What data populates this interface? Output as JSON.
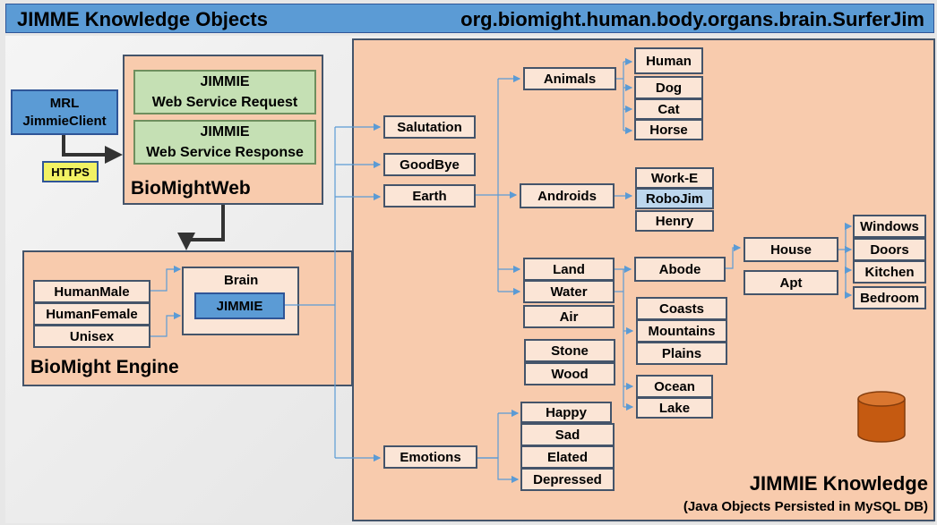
{
  "header": {
    "title": "JIMME Knowledge Objects",
    "package": "org.biomight.human.body.organs.brain.SurferJim"
  },
  "client": {
    "line1": "MRL",
    "line2": "JimmieClient",
    "protocol": "HTTPS"
  },
  "web": {
    "request_line1": "JIMMIE",
    "request_line2": "Web Service Request",
    "response_line1": "JIMMIE",
    "response_line2": "Web Service Response",
    "label": "BioMightWeb"
  },
  "engine": {
    "inputs": [
      "HumanMale",
      "HumanFemale",
      "Unisex"
    ],
    "brain_label": "Brain",
    "jimmie": "JIMMIE",
    "label": "BioMight Engine"
  },
  "knowledge": {
    "roots": [
      "Salutation",
      "GoodBye",
      "Earth",
      "Emotions"
    ],
    "animals": {
      "label": "Animals",
      "items": [
        "Human",
        "Dog",
        "Cat",
        "Horse"
      ]
    },
    "androids": {
      "label": "Androids",
      "items": [
        "Work-E",
        "RoboJim",
        "Henry"
      ]
    },
    "places": [
      "Land",
      "Water",
      "Air",
      "Stone",
      "Wood"
    ],
    "abode": "Abode",
    "house": "House",
    "apt": "Apt",
    "rooms": [
      "Windows",
      "Doors",
      "Kitchen",
      "Bedroom"
    ],
    "land_types": [
      "Coasts",
      "Mountains",
      "Plains"
    ],
    "water_types": [
      "Ocean",
      "Lake"
    ],
    "emotions": [
      "Happy",
      "Sad",
      "Elated",
      "Depressed"
    ],
    "title": "JIMMIE Knowledge",
    "subtitle": "(Java Objects Persisted in MySQL DB)"
  },
  "colors": {
    "panel": "#f8cbad",
    "node": "#fbe5d6",
    "accent_blue": "#5b9bd5",
    "green": "#c5e0b4",
    "yellow": "#f2f264",
    "database": "#c55a11"
  }
}
